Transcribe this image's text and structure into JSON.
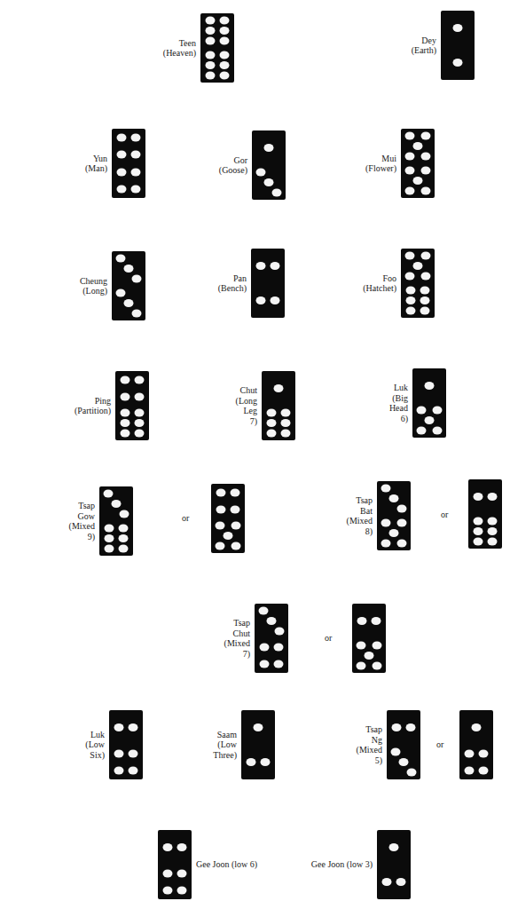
{
  "diagram": {
    "nodes": [
      {
        "text": [
          "Teen (Heaven)"
        ]
      },
      {
        "text": [
          "Dey (Earth)"
        ]
      },
      {
        "text": [
          "Yun (Man)"
        ]
      },
      {
        "text": [
          "Gor (Goose)"
        ]
      },
      {
        "text": [
          "Mui (Flower)"
        ]
      },
      {
        "text": [
          "Cheung (Long)"
        ]
      },
      {
        "text": [
          "Pan (Bench)"
        ]
      },
      {
        "text": [
          "Foo (Hatchet)"
        ]
      },
      {
        "text": [
          "Ping (Partition)"
        ]
      },
      {
        "text": [
          "Chut (Long Leg 7)"
        ]
      },
      {
        "text": [
          "Luk (Big Head 6)"
        ]
      },
      {
        "text": [
          "Tsap Gow (Mixed 9)"
        ]
      },
      {
        "text": [
          "Tsap Bat (Mixed 8)"
        ]
      },
      {
        "text": [
          "Tsap Chut (Mixed 7)"
        ]
      },
      {
        "text": [
          "Luk (Low Six)"
        ]
      },
      {
        "text": [
          "Saam (Low Three)"
        ]
      },
      {
        "text": [
          "Tsap Ng (Mixed 5)"
        ]
      },
      {
        "text": [
          "Gee Joon (low 6)"
        ]
      },
      {
        "text": [
          "Gee Joon (low 3)"
        ]
      }
    ],
    "labels": [
      "or",
      "or",
      "or",
      "or"
    ]
  }
}
